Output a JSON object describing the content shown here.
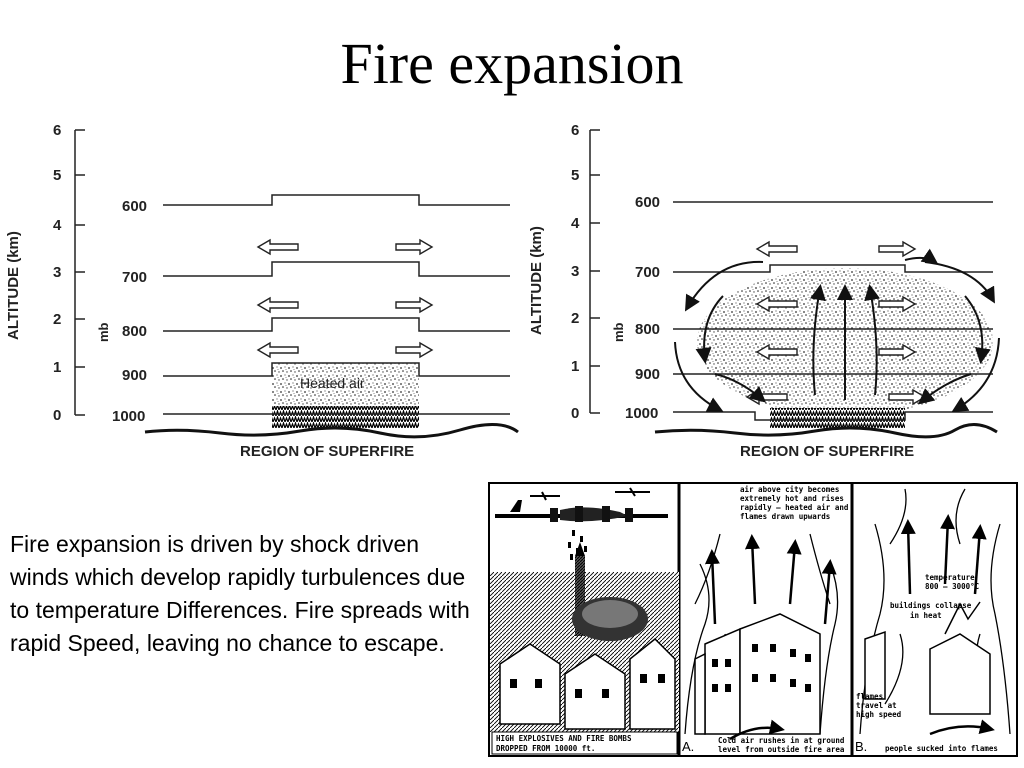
{
  "slide": {
    "title": "Fire expansion",
    "body_text": "Fire expansion is driven by shock driven winds which develop rapidly turbulences due to temperature Differences. Fire spreads with rapid Speed, leaving no chance to escape."
  },
  "left_diagram": {
    "altitude_label": "ALTITUDE (km)",
    "pressure_unit": "mb",
    "altitude_ticks": [
      "6",
      "5",
      "4",
      "3",
      "2",
      "1",
      "0"
    ],
    "pressure_levels": [
      "600",
      "700",
      "800",
      "900",
      "1000"
    ],
    "heated_air_label": "Heated air",
    "region_label": "REGION OF SUPERFIRE"
  },
  "right_diagram": {
    "altitude_label": "ALTITUDE (km)",
    "pressure_unit": "mb",
    "altitude_ticks": [
      "6",
      "5",
      "4",
      "3",
      "2",
      "1",
      "0"
    ],
    "pressure_levels": [
      "600",
      "700",
      "800",
      "900",
      "1000"
    ],
    "region_label": "REGION OF SUPERFIRE"
  },
  "illustration": {
    "bombing_caption_1": "HIGH EXPLOSIVES AND FIRE BOMBS",
    "bombing_caption_2": "DROPPED FROM 10000 ft.",
    "panel_a_letter": "A.",
    "panel_a_top_1": "air above city becomes",
    "panel_a_top_2": "extremely hot and rises",
    "panel_a_top_3": "rapidly — heated air and",
    "panel_a_top_4": "flames drawn upwards",
    "panel_a_bottom_1": "Cold air rushes in at ground",
    "panel_a_bottom_2": "level from outside fire area",
    "panel_b_letter": "B.",
    "panel_b_temp_1": "temperature",
    "panel_b_temp_2": "800 – 3000°C",
    "panel_b_collapse_1": "buildings collapse",
    "panel_b_collapse_2": "in heat",
    "panel_b_flames_1": "flames",
    "panel_b_flames_2": "travel at",
    "panel_b_flames_3": "high speed",
    "panel_b_bottom": "people sucked into flames"
  }
}
